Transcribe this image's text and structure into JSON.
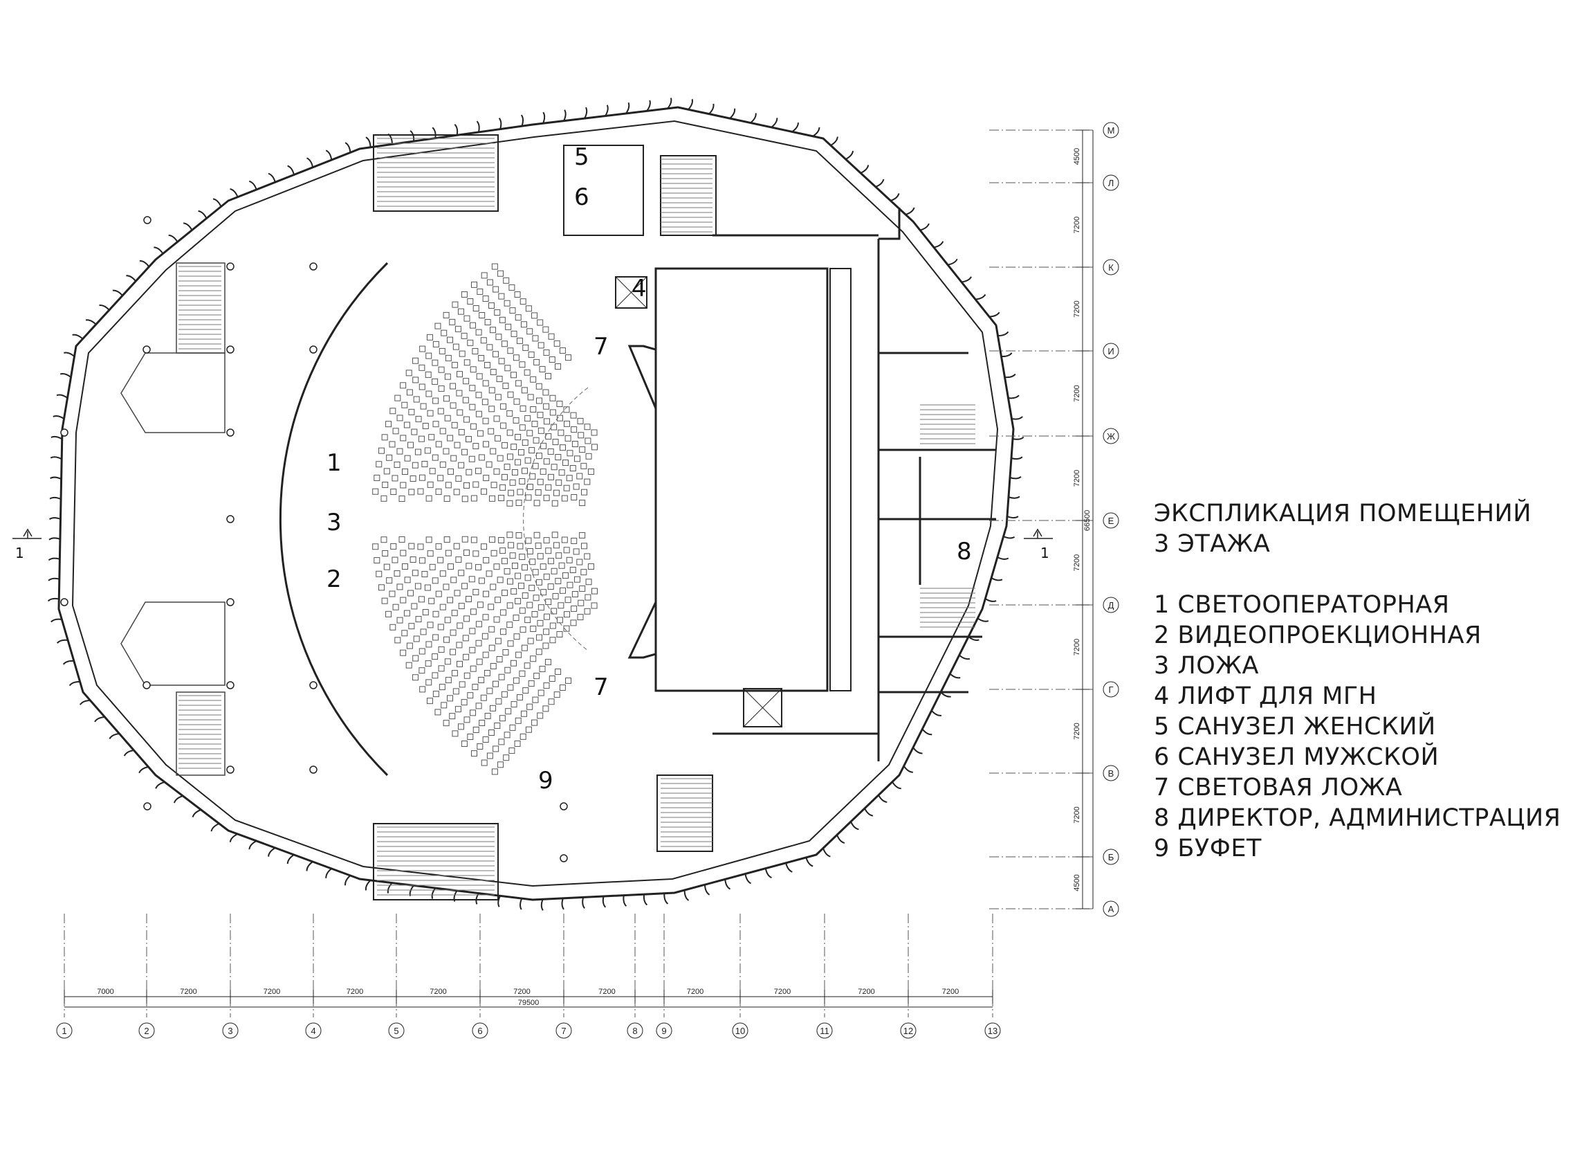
{
  "legend": {
    "title_line1": "ЭКСПЛИКАЦИЯ ПОМЕЩЕНИЙ",
    "title_line2": "3 ЭТАЖА",
    "items": [
      "1 СВЕТООПЕРАТОРНАЯ",
      "2 ВИДЕОПРОЕКЦИОННАЯ",
      "3 ЛОЖА",
      "4 ЛИФТ ДЛЯ МГН",
      "5 САНУЗЕЛ ЖЕНСКИЙ",
      "6 САНУЗЕЛ МУЖСКОЙ",
      "7 СВЕТОВАЯ ЛОЖА",
      "8 ДИРЕКТОР, АДМИНИСТРАЦИЯ",
      "9 БУФЕТ"
    ]
  },
  "rooms": {
    "r1": "1",
    "r2": "2",
    "r3": "3",
    "r4": "4",
    "r5": "5",
    "r6": "6",
    "r7a": "7",
    "r7b": "7",
    "r8": "8",
    "r9": "9"
  },
  "section_marks": {
    "left": "1",
    "right": "1"
  },
  "axes": {
    "numeric": [
      "1",
      "2",
      "3",
      "4",
      "5",
      "6",
      "7",
      "8",
      "9",
      "10",
      "11",
      "12",
      "13"
    ],
    "letters": [
      "М",
      "Л",
      "К",
      "И",
      "Ж",
      "Е",
      "Д",
      "Г",
      "В",
      "Б",
      "А"
    ]
  },
  "dimensions": {
    "horizontal_segments": [
      "7000",
      "7200",
      "7200",
      "7200",
      "7200",
      "7200",
      "7200",
      "7200",
      "7200",
      "7200",
      "7200"
    ],
    "horizontal_total": "79500",
    "vertical_segments": [
      "4500",
      "7200",
      "7200",
      "7200",
      "7200",
      "7200",
      "7200",
      "7200",
      "7200",
      "4500"
    ],
    "vertical_total": "66500"
  }
}
